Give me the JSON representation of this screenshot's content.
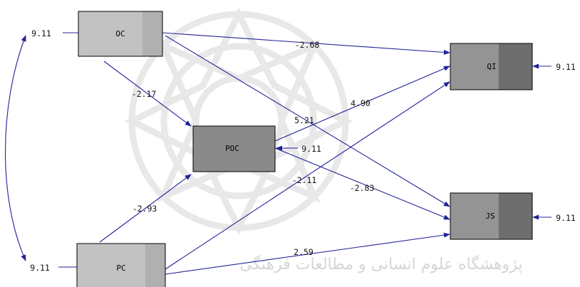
{
  "nodes": {
    "oc": "OC",
    "poc": "POC",
    "pc": "PC",
    "qi": "QI",
    "js": "JS"
  },
  "paths": {
    "oc_qi": "-2.68",
    "oc_poc": "-2.17",
    "oc_js": "5.21",
    "poc_qi": "4.90",
    "poc_js": "-2.83",
    "pc_poc": "-2.93",
    "pc_qi": "-2.11",
    "pc_js": "2.59"
  },
  "errors": {
    "oc": "9.11",
    "pc": "9.11",
    "poc": "9.11",
    "qi": "9.11",
    "js": "9.11"
  },
  "watermark": {
    "text": "پژوهشگاه علوم انسانی و مطالعات فرهنگی"
  },
  "colors": {
    "arrow": "#22229a",
    "exogenous_fill": "#c2c2c2",
    "poc_fill": "#8a8a8a",
    "endogenous_fill": "#949494",
    "endogenous_shade": "#6e6e6e"
  }
}
